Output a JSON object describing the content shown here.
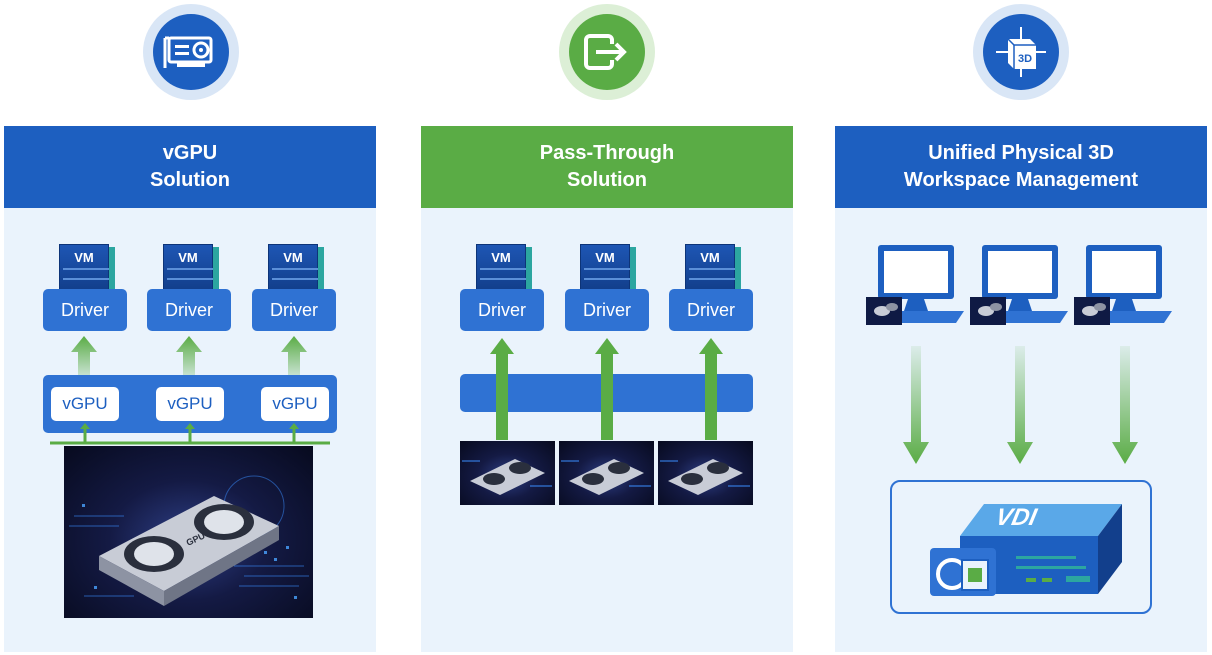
{
  "colors": {
    "blue": "#1d5fc0",
    "green": "#5aac45",
    "panel_bg": "#eaf3fc"
  },
  "icons": [
    "gpu-card-icon",
    "pass-through-icon",
    "3d-cube-icon"
  ],
  "panels": [
    {
      "title_line1": "vGPU",
      "title_line2": "Solution",
      "vm_label": "VM",
      "driver_label": "Driver",
      "vgpu_label": "vGPU"
    },
    {
      "title_line1": "Pass-Through",
      "title_line2": "Solution",
      "vm_label": "VM",
      "driver_label": "Driver"
    },
    {
      "title_line1": "Unified Physical 3D",
      "title_line2": "Workspace Management",
      "vdi_label": "VDI"
    }
  ]
}
